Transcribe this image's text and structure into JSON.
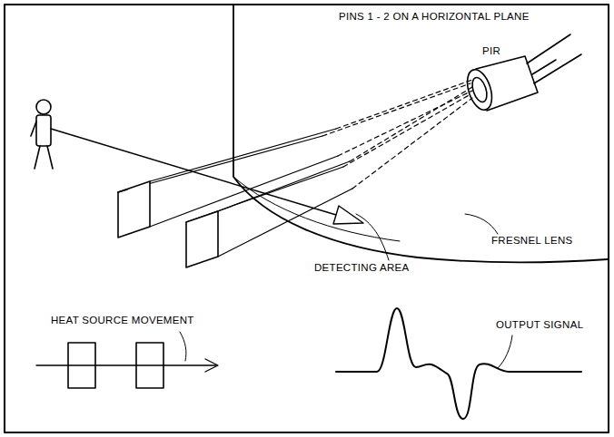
{
  "diagram": {
    "labels": [
      "PINS 1 - 2 ON A HORIZONTAL PLANE",
      "PIR",
      "FRESNEL LENS",
      "DETECTING AREA",
      "HEAT SOURCE MOVEMENT",
      "OUTPUT SIGNAL"
    ]
  }
}
